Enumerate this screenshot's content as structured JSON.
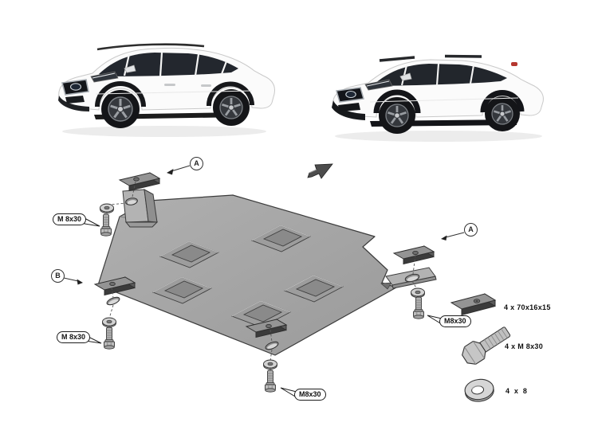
{
  "diagram": {
    "callouts": {
      "top": "A",
      "right": "A",
      "left": "B"
    },
    "fastener_labels": {
      "top_left": "M 8x30",
      "bottom_left": "M 8x30",
      "bottom_middle": "M8x30",
      "right": "M8x30"
    },
    "parts_list": [
      {
        "name": "spacer-block",
        "label": "4 x 70x16x15"
      },
      {
        "name": "hex-bolt",
        "label": "4 x M 8x30"
      },
      {
        "name": "washer",
        "label": "4  x  8"
      }
    ],
    "colors": {
      "plate": "#a6a6a6",
      "spacer_front": "#3b3b3b",
      "outline": "#3c3c3c",
      "background": "#ffffff"
    },
    "icons": {
      "direction_arrow": "3d-direction-arrow-up-right",
      "vehicle_left": "white-suv-front-three-quarter",
      "vehicle_right": "white-suv-front-three-quarter"
    }
  }
}
